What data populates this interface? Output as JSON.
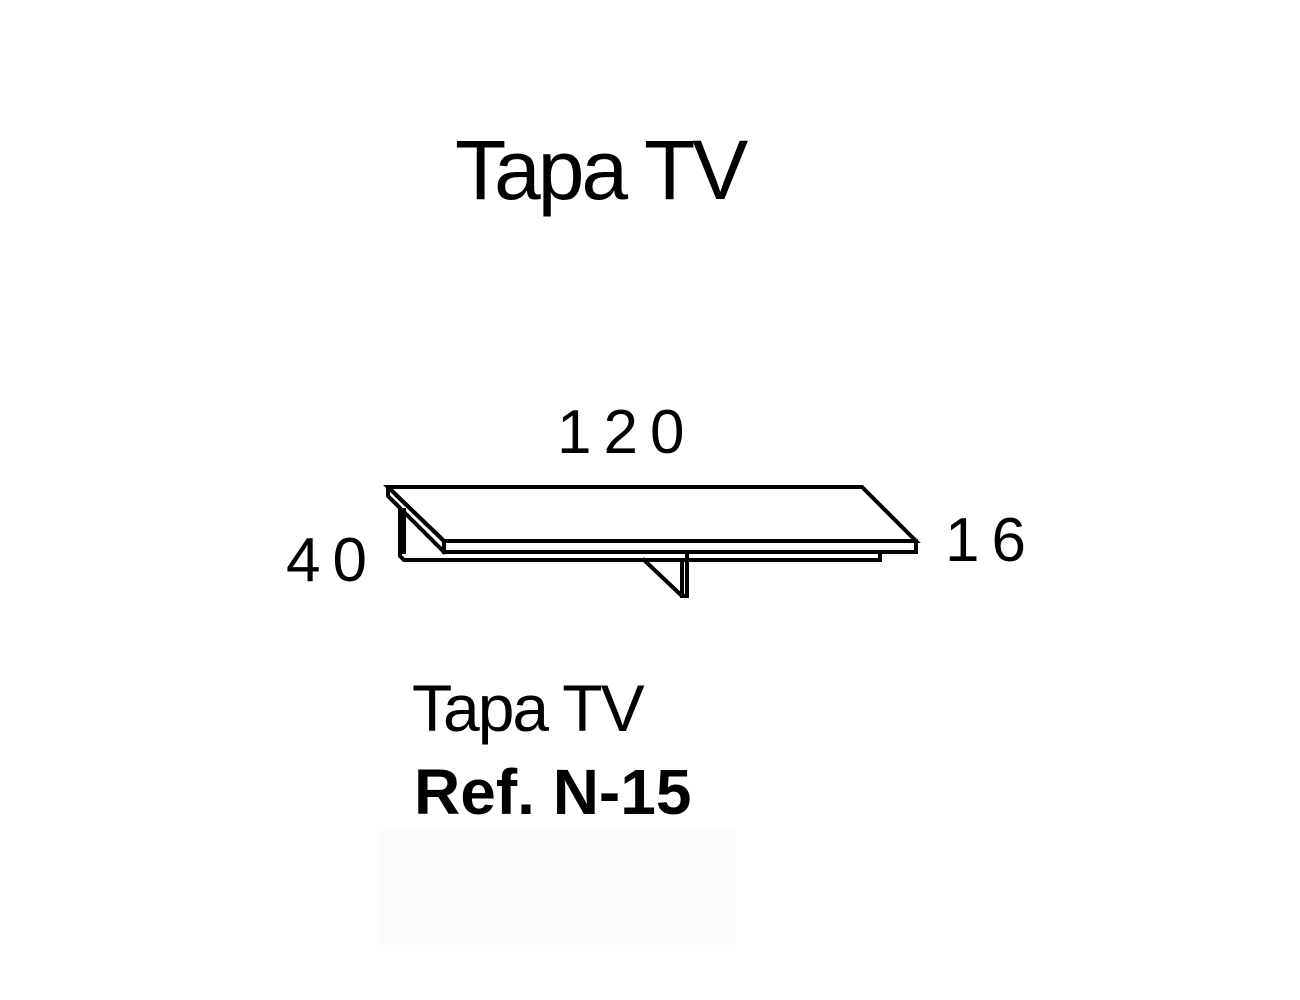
{
  "title": "Tapa TV",
  "dimensions": {
    "width": "120",
    "height": "16",
    "depth": "40"
  },
  "caption": "Tapa TV",
  "reference": "Ref. N-15",
  "colors": {
    "line": "#000000",
    "background": "#ffffff",
    "panel": "#fcfbfb"
  }
}
